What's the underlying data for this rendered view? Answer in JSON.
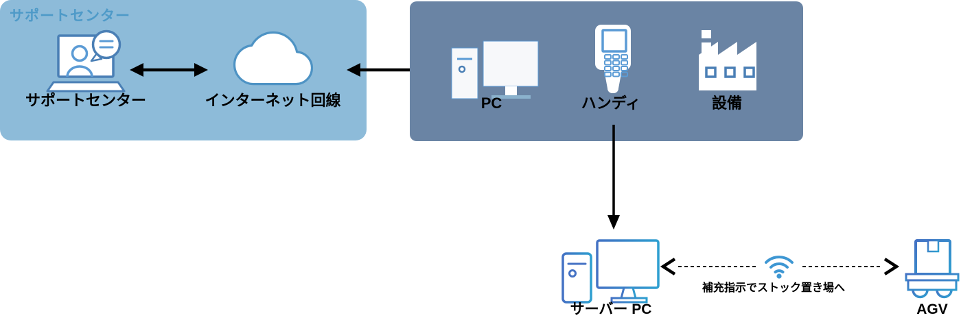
{
  "support_box": {
    "title": "サポートセンター",
    "laptop_label": "サポートセンター",
    "cloud_label": "インターネット回線"
  },
  "onsite_box": {
    "pc_label": "PC",
    "handy_label": "ハンディ",
    "equipment_label": "設備"
  },
  "bottom": {
    "server_label": "サーバー PC",
    "wifi_caption": "補充指示でストック置き場へ",
    "agv_label": "AGV"
  },
  "icons": [
    "support-laptop-icon",
    "internet-cloud-icon",
    "pc-icon",
    "handy-terminal-icon",
    "factory-icon",
    "server-pc-icon",
    "wifi-icon",
    "agv-icon"
  ],
  "colors": {
    "support_box_bg": "#8DBBD9",
    "support_box_title": "#4E9AC8",
    "onsite_box_bg": "#6A84A4",
    "icon_stroke": "#4A7FB5",
    "icon_stroke_light": "#5B9BD5",
    "cloud_stroke": "#4E93C4",
    "outline_icon_start": "#4472C4",
    "outline_icon_end": "#2E9FD0",
    "wifi": "#3E97D3",
    "stand_base": "#8BB2CD",
    "arrow": "#000000",
    "label": "#000000"
  }
}
